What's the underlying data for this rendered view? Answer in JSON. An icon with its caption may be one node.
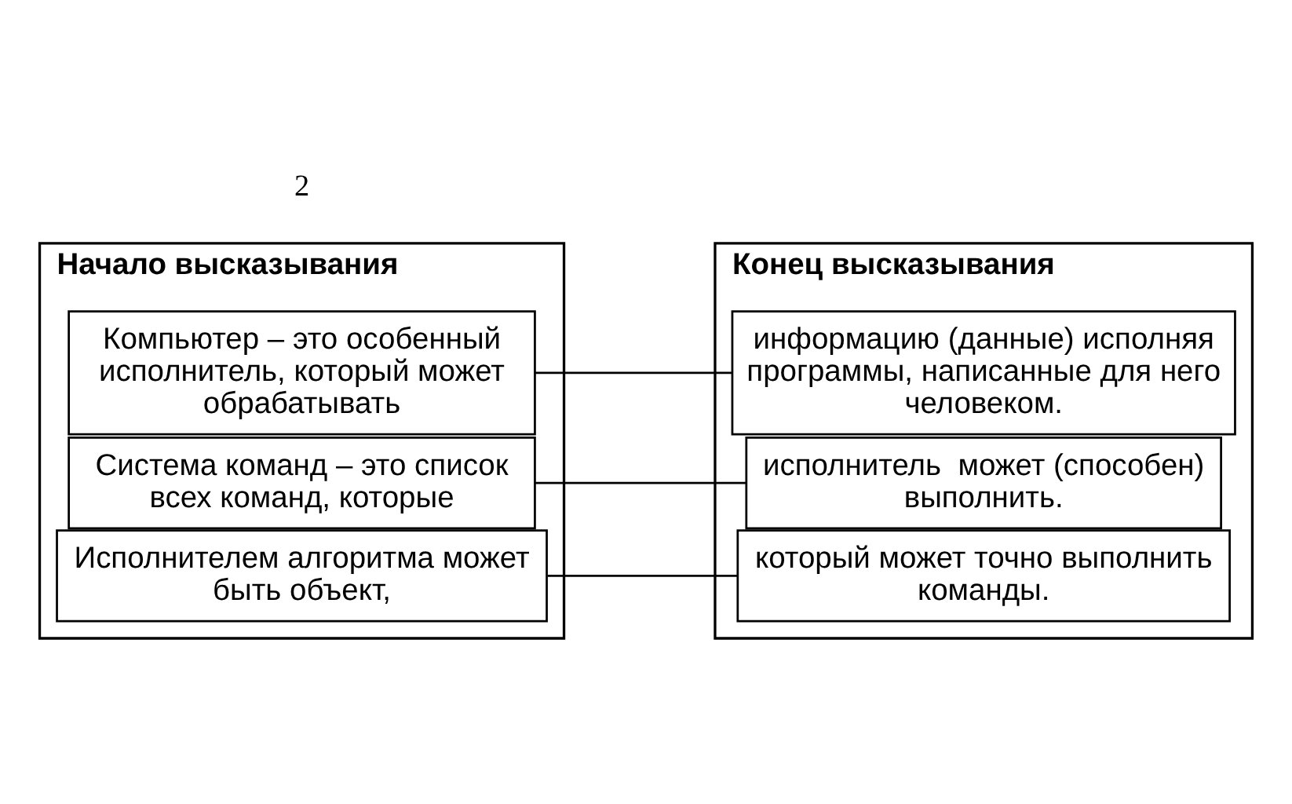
{
  "diagram": {
    "nodes": [
      {
        "text": [
          "Начало высказывания"
        ]
      },
      {
        "text": [
          "Исполнителем алгоритма может быть объект,"
        ],
        "in": 0
      },
      {
        "text": [
          "Система команд – это список всех команд, которые"
        ],
        "in": 0
      },
      {
        "text": [
          "Компьютер – это особенный исполнитель, который может обрабатывать"
        ],
        "in": 0
      },
      {
        "text": [
          "Конец высказывания"
        ]
      },
      {
        "text": [
          "информацию (данные) исполняя программы, написанные для него человеком."
        ],
        "in": 4
      },
      {
        "text": [
          "который может точно выполнить команды."
        ],
        "in": 4
      },
      {
        "text": [
          "исполнитель  может (способен) выполнить."
        ],
        "in": 4
      }
    ],
    "edges": [
      {
        "from": 1,
        "to": 6,
        "arrow": "none"
      },
      {
        "from": 2,
        "to": 7,
        "arrow": "none"
      },
      {
        "from": 3,
        "to": 5,
        "arrow": "none"
      }
    ],
    "labels": [
      "2"
    ]
  }
}
